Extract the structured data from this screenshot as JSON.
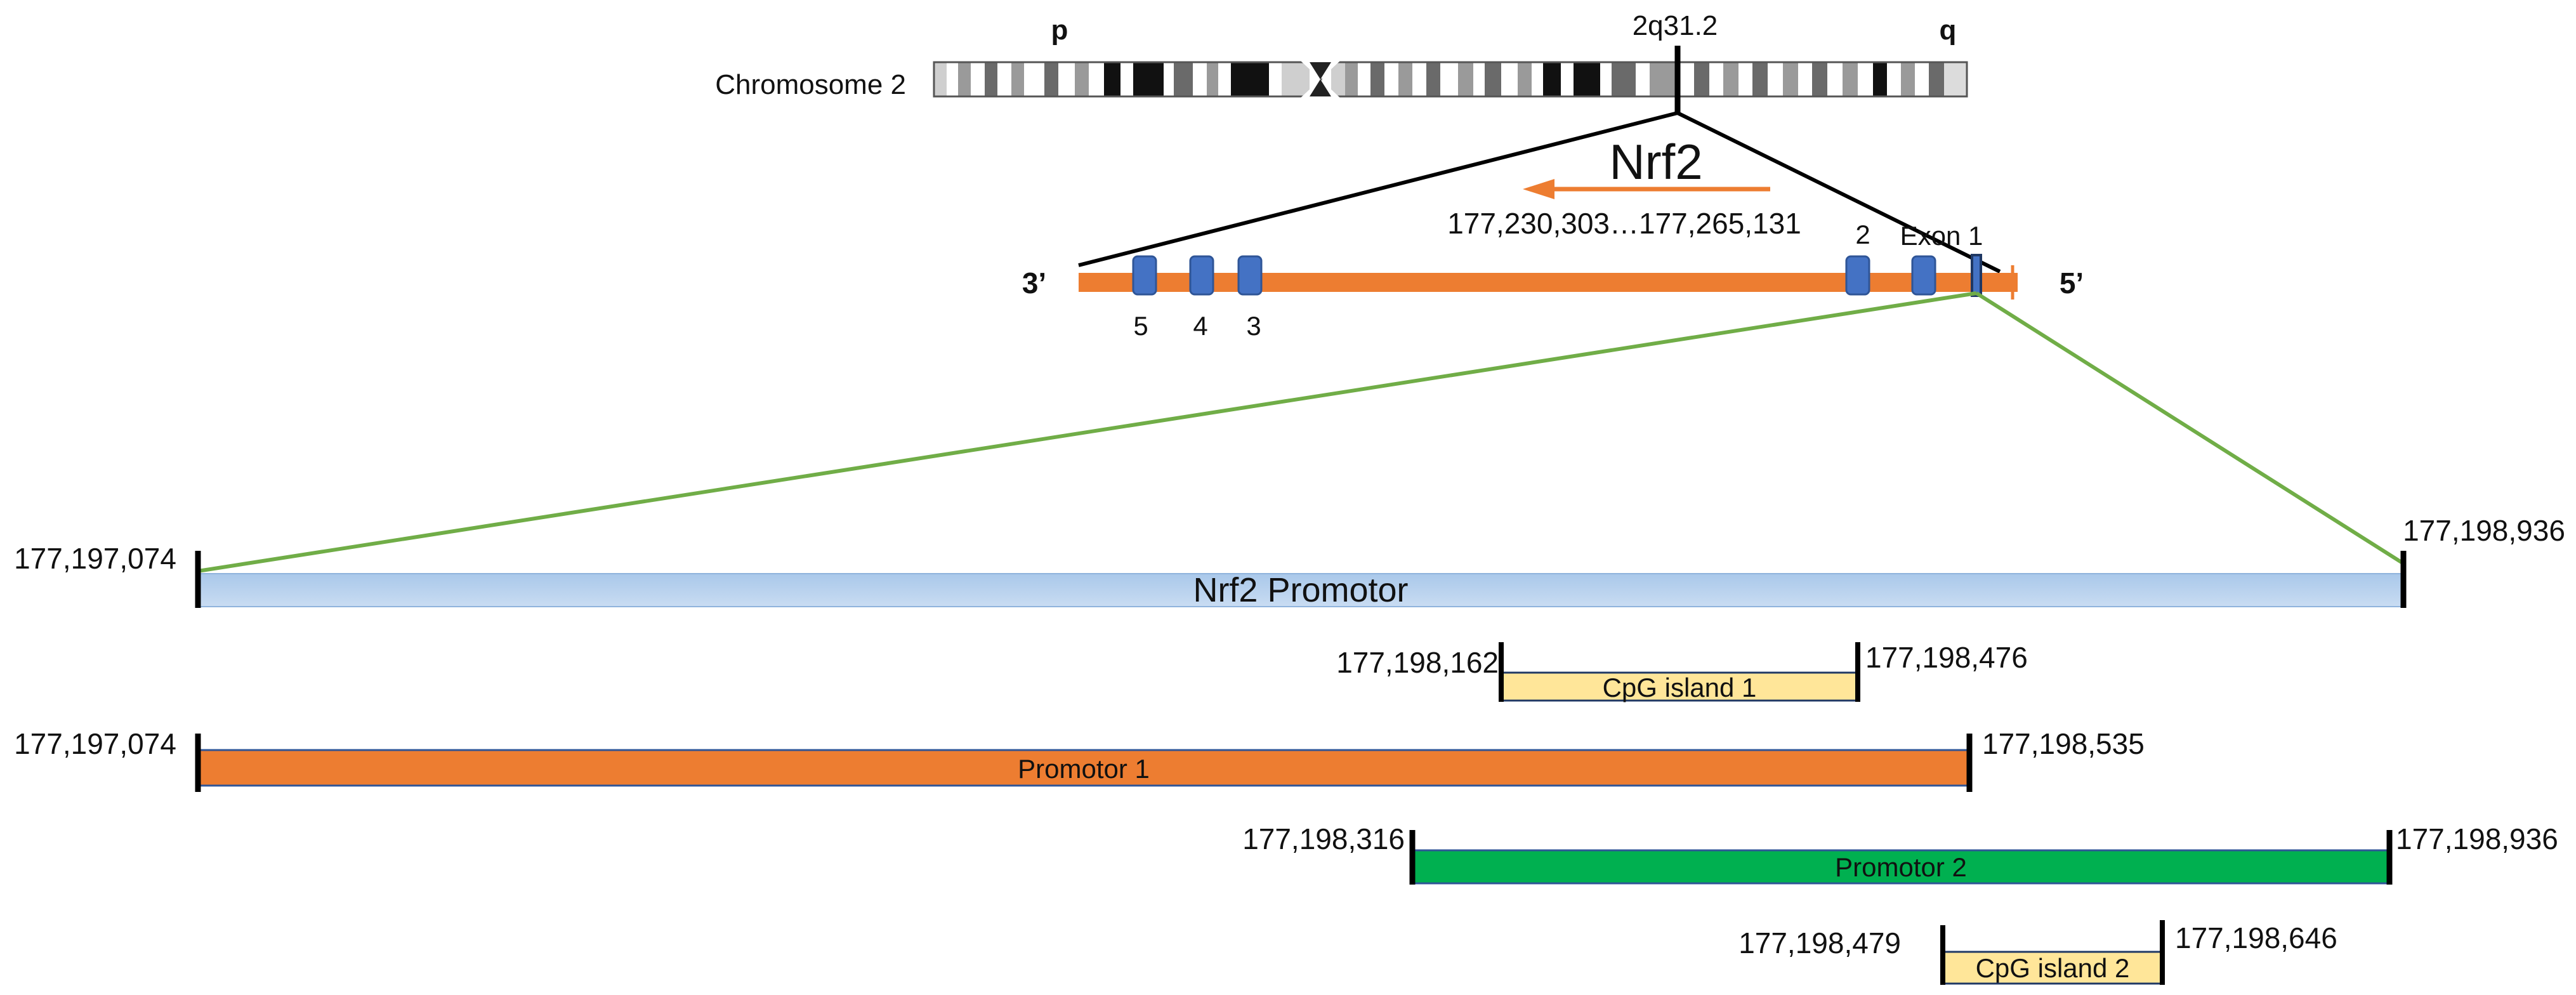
{
  "chromosome": {
    "label": "Chromosome 2",
    "p_arm": "p",
    "q_arm": "q",
    "band": "2q31.2"
  },
  "gene": {
    "name": "Nrf2",
    "range": "177,230,303…177,265,131",
    "strand_left": "3’",
    "strand_right": "5’",
    "exon_1_label": "Exon 1",
    "exon_labels": [
      "5",
      "4",
      "3",
      "2"
    ],
    "arrow_color": "#ED7D31",
    "gene_color": "#ED7D31",
    "exon_color": "#4472C4"
  },
  "promoter": {
    "label": "Nrf2 Promotor",
    "start": "177,197,074",
    "end": "177,198,936",
    "color": "#BDD7EE"
  },
  "cpg_island_1": {
    "label": "CpG island 1",
    "start": "177,198,162",
    "end": "177,198,476",
    "color": "#FFE699"
  },
  "promotor_1": {
    "label": "Promotor 1",
    "start": "177,197,074",
    "end": "177,198,535",
    "color": "#ED7D31"
  },
  "promotor_2": {
    "label": "Promotor 2",
    "start": "177,198,316",
    "end": "177,198,936",
    "color": "#00B050"
  },
  "cpg_island_2": {
    "label": "CpG island 2",
    "start": "177,198,479",
    "end": "177,198,646",
    "color": "#FFE699"
  },
  "zoom_line_color": "#70AD47"
}
